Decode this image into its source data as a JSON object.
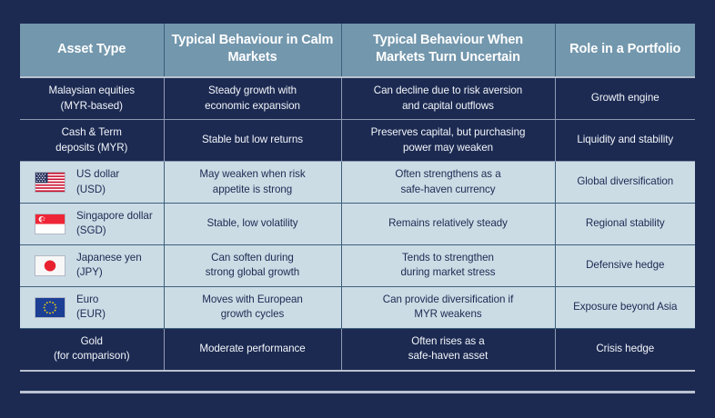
{
  "theme": {
    "page_background": "#1c2a52",
    "header_background": "#7397ad",
    "header_text": "#ffffff",
    "dark_row_background": "#1c2a52",
    "dark_row_text": "#f2f5f9",
    "light_row_background": "#ccdce5",
    "light_row_text": "#1c2a52",
    "rule_color": "#b9c2cf"
  },
  "table": {
    "columns": [
      {
        "label": "Asset Type"
      },
      {
        "label": "Typical Behaviour\nin Calm Markets"
      },
      {
        "label": "Typical Behaviour When\nMarkets Turn Uncertain"
      },
      {
        "label": "Role in a Portfolio"
      }
    ],
    "rows": [
      {
        "style": "dark",
        "flag": "none",
        "asset": "Malaysian equities\n(MYR-based)",
        "calm": "Steady growth with\neconomic expansion",
        "uncertain": "Can decline due to risk aversion\nand capital outflows",
        "role": "Growth engine"
      },
      {
        "style": "dark",
        "flag": "none",
        "asset": "Cash & Term\ndeposits (MYR)",
        "calm": "Stable but low returns",
        "uncertain": "Preserves capital, but purchasing\npower may weaken",
        "role": "Liquidity and stability"
      },
      {
        "style": "light",
        "flag": "us-flag",
        "asset": "US dollar\n(USD)",
        "calm": "May weaken when risk\nappetite is strong",
        "uncertain": "Often strengthens as a\nsafe-haven currency",
        "role": "Global diversification"
      },
      {
        "style": "light",
        "flag": "singapore-flag",
        "asset": "Singapore dollar\n(SGD)",
        "calm": "Stable, low volatility",
        "uncertain": "Remains relatively steady",
        "role": "Regional stability"
      },
      {
        "style": "light",
        "flag": "japan-flag",
        "asset": "Japanese yen\n(JPY)",
        "calm": "Can soften during\nstrong global growth",
        "uncertain": "Tends to strengthen\nduring market stress",
        "role": "Defensive hedge"
      },
      {
        "style": "light",
        "flag": "eu-flag",
        "asset": "Euro\n(EUR)",
        "calm": "Moves with European\ngrowth cycles",
        "uncertain": "Can provide diversification if\nMYR weakens",
        "role": "Exposure beyond Asia"
      },
      {
        "style": "dark",
        "flag": "none",
        "asset": "Gold\n(for comparison)",
        "calm": "Moderate performance",
        "uncertain": "Often rises as a\nsafe-haven asset",
        "role": "Crisis hedge"
      }
    ]
  }
}
